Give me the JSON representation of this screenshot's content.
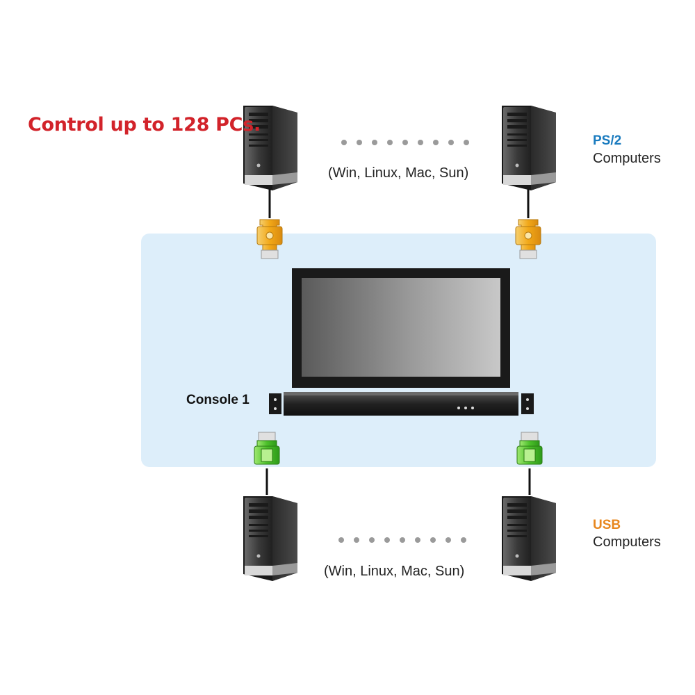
{
  "headline": "Control up to 128 PCs.",
  "top_group": {
    "os_list": "(Win, Linux, Mac, Sun)",
    "legend_title": "PS/2",
    "legend_subtitle": "Computers",
    "connector_color": "#f0b030"
  },
  "bottom_group": {
    "os_list": "(Win, Linux, Mac, Sun)",
    "legend_title": "USB",
    "legend_subtitle": "Computers",
    "connector_color": "#5cc832"
  },
  "console": {
    "label": "Console 1"
  },
  "colors": {
    "headline": "#d2232a",
    "ps2_label": "#1a7bbf",
    "usb_label": "#e8871e",
    "panel_bg": "#ddeefa"
  },
  "icons": [
    "tower-pc-icon",
    "monitor-icon",
    "kvm-switch-icon",
    "ps2-connector-icon",
    "usb-connector-icon"
  ]
}
